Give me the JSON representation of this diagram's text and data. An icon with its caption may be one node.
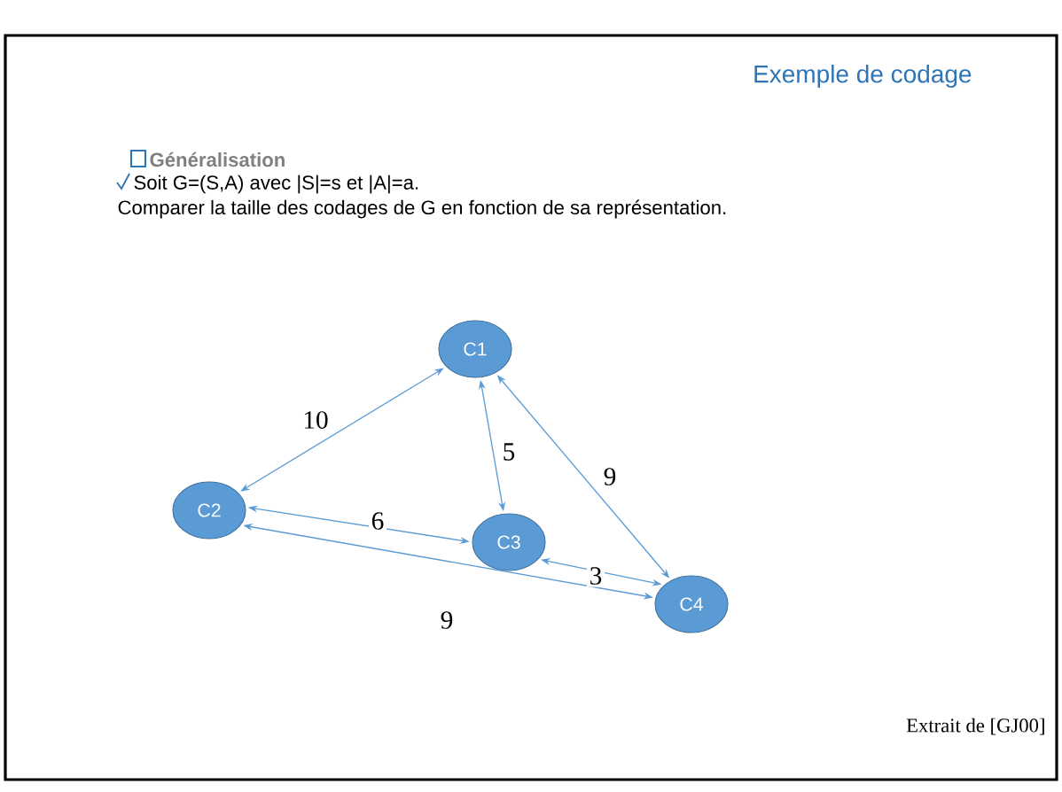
{
  "diagram": {
    "title": "Exemple de codage",
    "nodes": [
      {
        "text": [
          "C1"
        ]
      },
      {
        "text": [
          "C2"
        ]
      },
      {
        "text": [
          "C3"
        ]
      },
      {
        "text": [
          "C4"
        ]
      }
    ],
    "edges": [
      {
        "from": 0,
        "to": 1,
        "arrow": "both",
        "label": "10"
      },
      {
        "from": 0,
        "to": 2,
        "arrow": "both",
        "label": "5"
      },
      {
        "from": 0,
        "to": 3,
        "arrow": "both",
        "label": "9"
      },
      {
        "from": 1,
        "to": 2,
        "arrow": "both",
        "label": "6"
      },
      {
        "from": 2,
        "to": 3,
        "arrow": "both",
        "label": "3"
      },
      {
        "from": 1,
        "to": 3,
        "arrow": "both",
        "label": "9"
      }
    ],
    "labels": [
      "Généralisation",
      "Soit G=(S,A) avec |S|=s et |A|=a.",
      "Comparer la taille des codages de G en fonction de sa représentation.",
      "Extrait de [GJ00]"
    ]
  }
}
